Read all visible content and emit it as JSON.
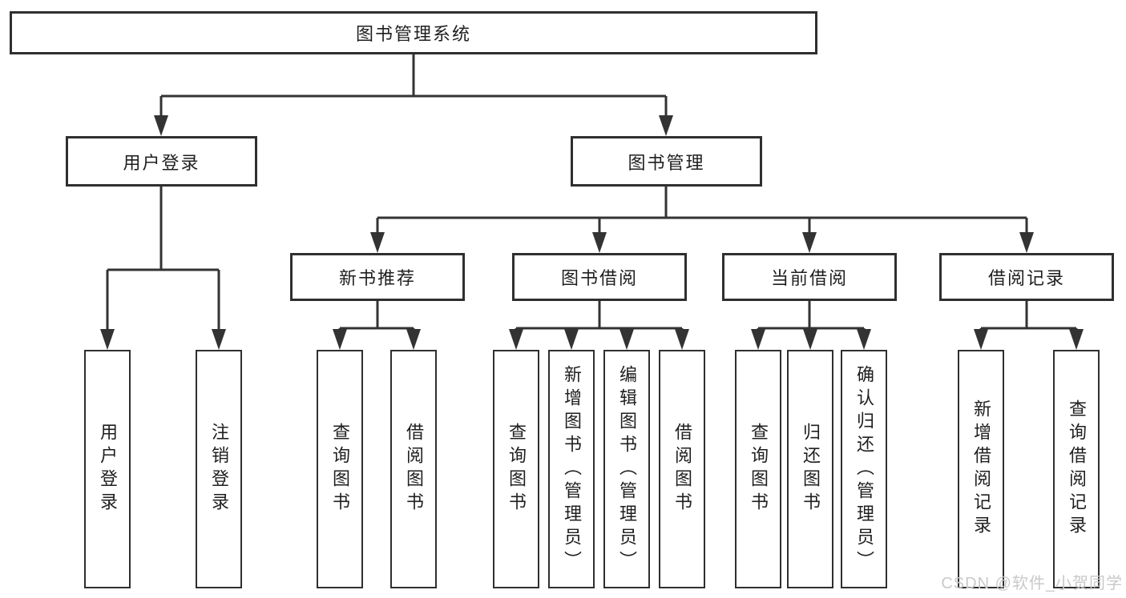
{
  "diagram": {
    "root": {
      "label": "图书管理系统"
    },
    "branches": [
      {
        "label": "用户登录",
        "children": [
          {
            "label": "用户登录"
          },
          {
            "label": "注销登录"
          }
        ]
      },
      {
        "label": "图书管理",
        "children": [
          {
            "label": "新书推荐",
            "children": [
              {
                "label": "查询图书"
              },
              {
                "label": "借阅图书"
              }
            ]
          },
          {
            "label": "图书借阅",
            "children": [
              {
                "label": "查询图书"
              },
              {
                "label": "新增图书（管理员）"
              },
              {
                "label": "编辑图书（管理员）"
              },
              {
                "label": "借阅图书"
              }
            ]
          },
          {
            "label": "当前借阅",
            "children": [
              {
                "label": "查询图书"
              },
              {
                "label": "归还图书"
              },
              {
                "label": "确认归还（管理员）"
              }
            ]
          },
          {
            "label": "借阅记录",
            "children": [
              {
                "label": "新增借阅记录"
              },
              {
                "label": "查询借阅记录"
              }
            ]
          }
        ]
      }
    ]
  },
  "watermark": {
    "text": "CSDN @软件_小贺同学"
  },
  "colors": {
    "line": "#333333",
    "box_border": "#2f2f2f",
    "text": "#1f1f1f",
    "watermark": "#c9c9c9"
  }
}
